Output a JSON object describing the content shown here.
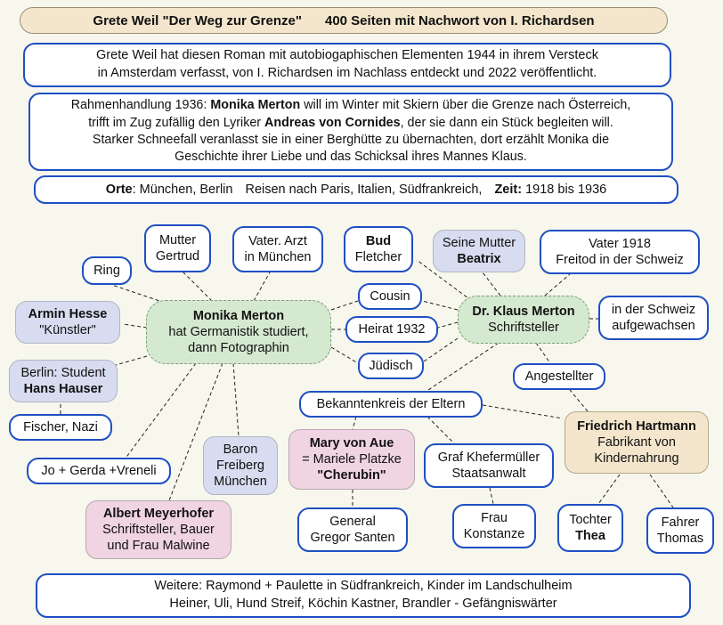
{
  "title": {
    "left": "Grete Weil  \"Der Weg zur Grenze\"",
    "right": "400 Seiten mit Nachwort von I. Richardsen"
  },
  "intro": {
    "line1": "Grete Weil hat diesen Roman mit autobiogaphischen Elementen 1944 in ihrem Versteck",
    "line2": "in  Amsterdam verfasst, von I. Richardsen im Nachlass entdeckt und 2022 veröffentlicht."
  },
  "plot": {
    "l1a": "Rahmenhandlung 1936: ",
    "l1b": "Monika Merton",
    "l1c": " will im Winter mit Skiern über die Grenze nach Österreich,",
    "l2a": "trifft im Zug zufällig den Lyriker ",
    "l2b": "Andreas von Cornides",
    "l2c": ", der sie dann ein Stück begleiten will.",
    "l3": "Starker Schneefall veranlasst sie in einer Berghütte zu übernachten, dort erzählt Monika die",
    "l4": "Geschichte ihrer Liebe und das Schicksal ihres Mannes Klaus."
  },
  "places": {
    "orte_label": "Orte",
    "orte_text": ": München, Berlin",
    "reisen": "Reisen nach Paris, Italien, Südfrankreich,",
    "zeit_label": "Zeit:",
    "zeit_text": " 1918 bis 1936"
  },
  "nodes": {
    "ring": "Ring",
    "mutter_gertrud": [
      "Mutter",
      "Gertrud"
    ],
    "vater_arzt": [
      "Vater. Arzt",
      "in München"
    ],
    "bud": [
      "Bud",
      "Fletcher"
    ],
    "seine_mutter": [
      "Seine Mutter",
      "Beatrix"
    ],
    "vater_1918": [
      "Vater 1918",
      "Freitod in der Schweiz"
    ],
    "armin": [
      "Armin Hesse",
      "\"Künstler\""
    ],
    "monika": [
      "Monika Merton",
      "hat Germanistik studiert,",
      "dann Fotographin"
    ],
    "cousin": "Cousin",
    "heirat": "Heirat 1932",
    "juedisch": "Jüdisch",
    "klaus": [
      "Dr. Klaus Merton",
      "Schriftsteller"
    ],
    "schweiz": [
      "in der Schweiz",
      "aufgewachsen"
    ],
    "berlin": [
      "Berlin: Student",
      "Hans Hauser"
    ],
    "angestellter": "Angestellter",
    "bekannten": "Bekanntenkreis der Eltern",
    "fischer": "Fischer, Nazi",
    "hartmann": [
      "Friedrich Hartmann",
      "Fabrikant von",
      "Kindernahrung"
    ],
    "jo": "Jo + Gerda +Vreneli",
    "baron": [
      "Baron",
      "Freiberg",
      "München"
    ],
    "mary": [
      "Mary von Aue",
      "= Mariele Platzke",
      "\"Cherubin\""
    ],
    "graf": [
      "Graf Khefermüller",
      "Staatsanwalt"
    ],
    "meyerhofer": [
      "Albert Meyerhofer",
      "Schriftsteller, Bauer",
      "und Frau Malwine"
    ],
    "general": [
      "General",
      "Gregor Santen"
    ],
    "frau": [
      "Frau",
      "Konstanze"
    ],
    "tochter": [
      "Tochter",
      "Thea"
    ],
    "fahrer": [
      "Fahrer",
      "Thomas"
    ]
  },
  "footer": {
    "line1": "Weitere:  Raymond  + Paulette in Südfrankreich, Kinder im Landschulheim",
    "line2": "Heiner, Uli, Hund Streif,  Köchin Kastner, Brandler - Gefängniswärter"
  },
  "colors": {
    "border_blue": "#1f4fc4",
    "green_node": "#d5e8d0",
    "lavender_node": "#d8dcf0",
    "pink_node": "#f0d4e2",
    "tan_node": "#f3e6cc"
  }
}
